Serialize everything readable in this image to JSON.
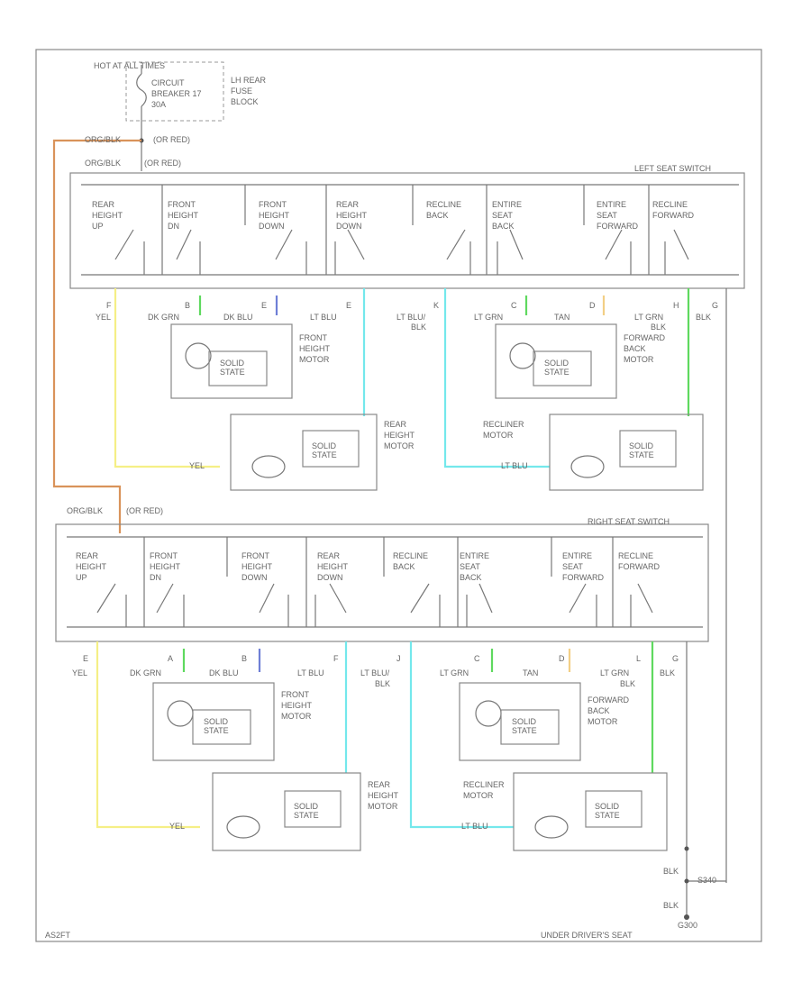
{
  "header": {
    "hot_label": "HOT AT ALL TIMES",
    "breaker_label": [
      "CIRCUIT",
      "BREAKER 17",
      "30A"
    ],
    "fuse_block_label": [
      "LH REAR",
      "FUSE",
      "BLOCK"
    ]
  },
  "feed": {
    "wire_top": "ORG/BLK",
    "wire_top_alt": "(OR RED)",
    "wire_left": "ORG/BLK",
    "wire_left_alt": "(OR RED)"
  },
  "left_switch": {
    "title": "LEFT SEAT SWITCH",
    "sections": [
      [
        "REAR",
        "HEIGHT",
        "UP"
      ],
      [
        "FRONT",
        "HEIGHT",
        "DN"
      ],
      [
        "FRONT",
        "HEIGHT",
        "DOWN"
      ],
      [
        "REAR",
        "HEIGHT",
        "DOWN"
      ],
      [
        "RECLINE",
        "BACK"
      ],
      [
        "ENTIRE",
        "SEAT",
        "BACK"
      ],
      [
        "ENTIRE",
        "SEAT",
        "FORWARD"
      ],
      [
        "RECLINE",
        "FORWARD"
      ]
    ],
    "pins": [
      "F",
      "B",
      "E",
      "E",
      "K",
      "C",
      "D",
      "H",
      "G"
    ],
    "wires": [
      "YEL",
      "DK GRN",
      "DK BLU",
      "LT BLU",
      "LT BLU/",
      "LT GRN",
      "TAN",
      "LT GRN",
      "BLK"
    ],
    "wires_line2": [
      "",
      "",
      "",
      "",
      "BLK",
      "",
      "",
      "BLK",
      ""
    ]
  },
  "right_switch": {
    "title": "RIGHT SEAT SWITCH",
    "feed_wire": "ORG/BLK",
    "feed_wire_alt": "(OR RED)",
    "sections": [
      [
        "REAR",
        "HEIGHT",
        "UP"
      ],
      [
        "FRONT",
        "HEIGHT",
        "DN"
      ],
      [
        "FRONT",
        "HEIGHT",
        "DOWN"
      ],
      [
        "REAR",
        "HEIGHT",
        "DOWN"
      ],
      [
        "RECLINE",
        "BACK"
      ],
      [
        "ENTIRE",
        "SEAT",
        "BACK"
      ],
      [
        "ENTIRE",
        "SEAT",
        "FORWARD"
      ],
      [
        "RECLINE",
        "FORWARD"
      ]
    ],
    "pins": [
      "E",
      "A",
      "B",
      "F",
      "J",
      "C",
      "D",
      "L",
      "G"
    ],
    "wires": [
      "YEL",
      "DK GRN",
      "DK BLU",
      "LT BLU",
      "LT BLU/",
      "LT GRN",
      "TAN",
      "LT GRN",
      "BLK"
    ],
    "wires_line2": [
      "",
      "",
      "",
      "",
      "BLK",
      "",
      "",
      "BLK",
      ""
    ]
  },
  "motors": {
    "front_height": [
      "FRONT",
      "HEIGHT",
      "MOTOR"
    ],
    "forward_back": [
      "FORWARD",
      "BACK",
      "MOTOR"
    ],
    "rear_height": [
      "REAR",
      "HEIGHT",
      "MOTOR"
    ],
    "recliner": [
      "RECLINER",
      "MOTOR"
    ],
    "solid_state": [
      "SOLID",
      "STATE"
    ],
    "yel_label": "YEL",
    "lt_blu_label": "LT BLU"
  },
  "ground": {
    "wire1": "BLK",
    "wire2": "BLK",
    "splice": "S340",
    "ground_id": "G300",
    "ground_location": "UNDER DRIVER'S SEAT"
  },
  "footer": {
    "code": "AS2FT"
  },
  "colors": {
    "org": "#d9935a",
    "yel": "#f5ef86",
    "grn": "#5fd95f",
    "blu": "#6f7fd6",
    "ltblu": "#74e8ec",
    "tan": "#f2cf86",
    "line": "#777777"
  }
}
